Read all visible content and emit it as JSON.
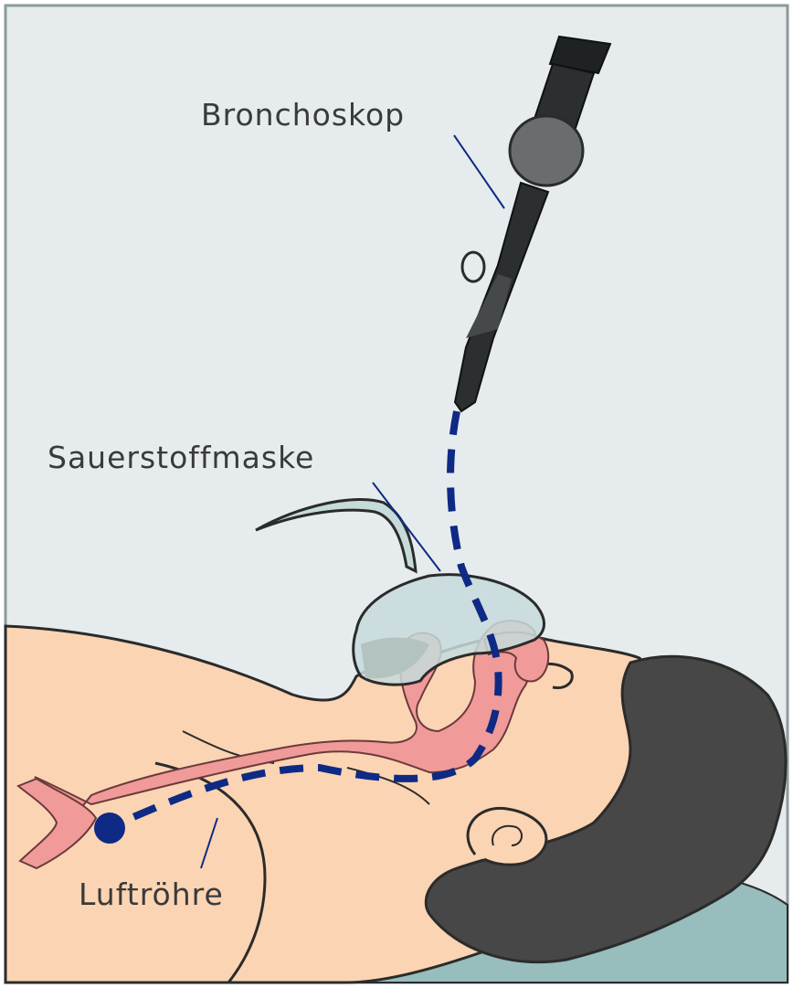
{
  "labels": {
    "bronchoscope": "Bronchoskop",
    "oxygen_mask": "Sauerstoffmaske",
    "trachea": "Luftröhre"
  },
  "colors": {
    "background": "#e6eced",
    "skin": "#fbd4b3",
    "skin_outline": "#2b2b2b",
    "hair": "#474747",
    "airway": "#f19a9a",
    "pillow": "#97bdbc",
    "mask": "#c6dada",
    "scope": "#2c2f2f",
    "path": "#0e2a85"
  }
}
